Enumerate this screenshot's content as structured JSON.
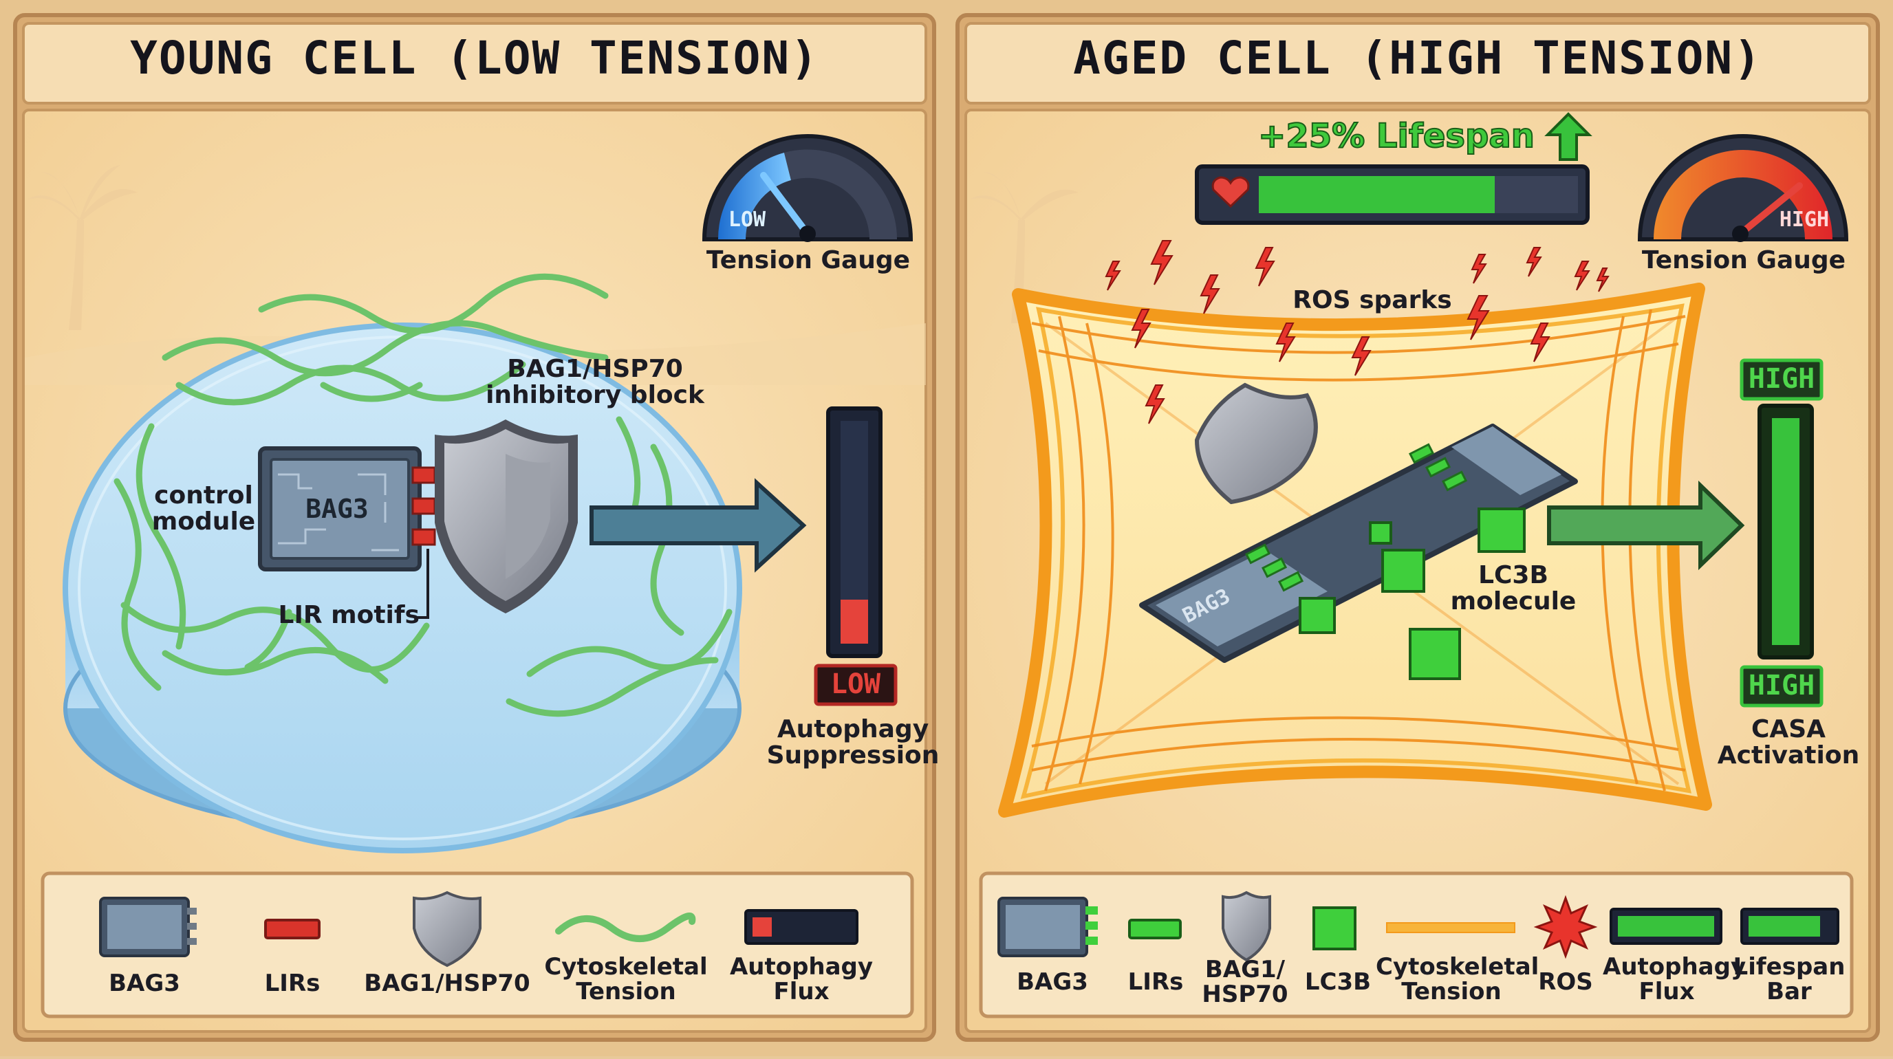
{
  "left": {
    "title": "YOUNG CELL (LOW TENSION)",
    "gauge_text": "LOW",
    "gauge_label": "Tension Gauge",
    "chip_text": "BAG3",
    "control_module": "control\nmodule",
    "shield_label": "BAG1/HSP70\ninhibitory block",
    "lir_label": "LIR motifs",
    "flux_badge": "LOW",
    "flux_label": "Autophagy\nSuppression",
    "legend": [
      {
        "icon": "bag3-chip-icon",
        "label": "BAG3"
      },
      {
        "icon": "lir-icon",
        "label": "LIRs"
      },
      {
        "icon": "shield-icon",
        "label": "BAG1/HSP70"
      },
      {
        "icon": "tension-filament-icon",
        "label": "Cytoskeletal\nTension"
      },
      {
        "icon": "flux-bar-icon",
        "label": "Autophagy\nFlux"
      }
    ]
  },
  "right": {
    "title": "AGED CELL (HIGH TENSION)",
    "lifespan_text": "+25% Lifespan",
    "lifespan_fill": 0.74,
    "gauge_text": "HIGH",
    "gauge_label": "Tension Gauge",
    "ros_label": "ROS sparks",
    "chip_text": "BAG3",
    "lc3b_label": "LC3B\nmolecule",
    "flux_badge_top": "HIGH",
    "flux_badge_bottom": "HIGH",
    "flux_label": "CASA\nActivation",
    "legend": [
      {
        "icon": "bag3-chip-icon",
        "label": "BAG3"
      },
      {
        "icon": "lir-icon",
        "label": "LIRs"
      },
      {
        "icon": "shield-icon",
        "label": "BAG1/\nHSP70"
      },
      {
        "icon": "lc3b-cube-icon",
        "label": "LC3B"
      },
      {
        "icon": "tension-line-icon",
        "label": "Cytoskeletal\nTension"
      },
      {
        "icon": "ros-burst-icon",
        "label": "ROS"
      },
      {
        "icon": "flux-bar-icon",
        "label": "Autophagy\nFlux"
      },
      {
        "icon": "lifespan-bar-icon",
        "label": "Lifespan\nBar"
      }
    ]
  },
  "colors": {
    "panel_frame": "#c79a62",
    "cell_blue": "#bfe0f4",
    "tension_orange": "#f39a1c",
    "filament_green": "#6cc36a",
    "flux_green": "#38c23c",
    "low_red": "#e5433b"
  }
}
